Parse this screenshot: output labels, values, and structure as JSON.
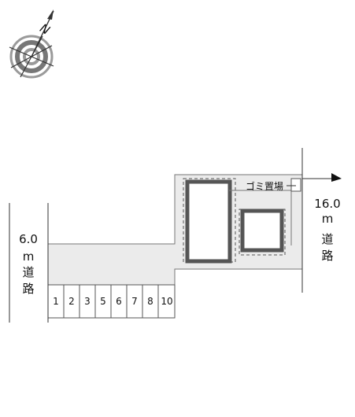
{
  "compass": {
    "north_label": "N",
    "icon": "compass-north-icon"
  },
  "roads": {
    "left": {
      "width": "6.0",
      "unit": "m",
      "chars": [
        "道",
        "路"
      ]
    },
    "right": {
      "width": "16.0",
      "unit": "m",
      "chars": [
        "道",
        "路"
      ]
    }
  },
  "garbage_area_label": "ゴミ置場",
  "parking_spaces": [
    "1",
    "2",
    "3",
    "5",
    "6",
    "7",
    "8",
    "10"
  ],
  "colors": {
    "lot_fill": "#ebebeb",
    "building_stroke": "#555555",
    "line": "#333333"
  }
}
